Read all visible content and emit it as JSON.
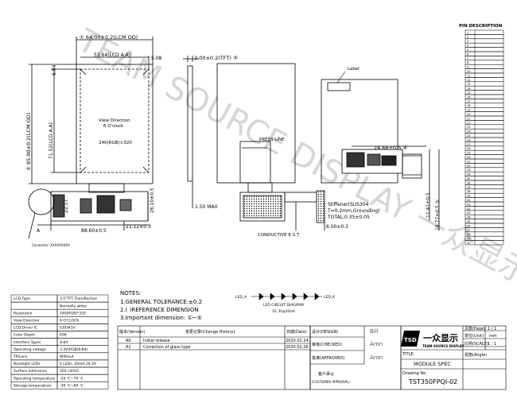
{
  "dimensions": {
    "lcm_od": "① 64.00±0.2(LCM OD)",
    "lcd_aa_w": "53.64(LCD A.A)",
    "right_offset": "5.08",
    "left_top": "6.94",
    "total_h": "② 85.00±0.2(LCM OD)",
    "aa_h": "71.52(LCD A.A)",
    "thickness": "3.00±0.2(TFT) ③",
    "view_direction": "View Direction",
    "view_clock": "6 O'clock",
    "resolution_in_panel": "240(RGB)×320",
    "d_2217": "22.17",
    "d_2610": "26.10±0.5",
    "d_2112": "21.12±0.3",
    "d_8860": "88.60±0.5",
    "d_150": "1.50 MAX",
    "press_line": "PRESS LINE",
    "label_tag": "Label",
    "d_2466": "24.66±0.5 ④",
    "stiffener_1": "Stiffener(SUS304",
    "stiffener_2": "T=0.2mm,Grounding)",
    "stiffener_3": "TOTAL:0.35±0.05",
    "d_600": "6.00±0.3",
    "conductive": "CONDUCTIVE E.S.T.",
    "d_1141": "11.41±0.5",
    "d_1877": "18.77±0.5 ⑤",
    "connector": "Connector: XXXXXXXXX",
    "label_a": "A"
  },
  "notes": {
    "title": "NOTES:",
    "n1": "1.GENERAL TOLERANCE:±0.2",
    "n2": "2.( )REFERENCE DIMENSION",
    "n3": "3.Important dimension: ①~⑤"
  },
  "led": {
    "left": "LED_A",
    "right": "LED_K",
    "title": "LED CIRCUIT DIAGRAM",
    "sub": "1S: 3V@20mA"
  },
  "specs": [
    {
      "k": "LCD Type",
      "v": "3.5\"TFT,Transflective"
    },
    {
      "k": "",
      "v": "Normally white"
    },
    {
      "k": "Resolution",
      "v": "240(RGB)*320"
    },
    {
      "k": "View Direction",
      "v": "6 O'CLOCK"
    },
    {
      "k": "LCD Driver IC",
      "v": "ILI9341V"
    },
    {
      "k": "Color Depth",
      "v": "65K"
    },
    {
      "k": "Interface Types",
      "v": "8-bit"
    },
    {
      "k": "Operating voltage",
      "v": "3.3V(RGB/8-Bit)"
    },
    {
      "k": "TP/Lens",
      "v": "Without"
    },
    {
      "k": "Backlight LEDs",
      "v": "6 LEDs, 20mA,19.2V"
    },
    {
      "k": "Surface luminance",
      "v": "350 cd/m2"
    },
    {
      "k": "Operating temperature",
      "v": "-20 ℃~70 ℃"
    },
    {
      "k": "Storage temperature",
      "v": "-30 ℃~80 ℃"
    }
  ],
  "revisions": {
    "h_ver": "版本(Version)",
    "h_record": "变更记录(Change History)",
    "h_date": "日期(Date)",
    "rows": [
      {
        "ver": "A0",
        "record": "Initial release",
        "date": "2020.02.24"
      },
      {
        "ver": "A1",
        "record": "Correction of glass type",
        "date": "2020.02.26"
      }
    ]
  },
  "signoff": {
    "design_label": "设计(DESIGN)",
    "design_name": "Bill",
    "check_label": "审核(CHECKED)",
    "check_name": "Aron",
    "approve_label": "批准(APPROVED)",
    "approve_name": "Aron",
    "customer_label": "客户承认",
    "customer_sub": "(CUSTOMER APPROVAL)"
  },
  "logo": {
    "mark": "TSD",
    "cn": "一众显示",
    "en": "TEAM SOURCE DISPLAY"
  },
  "titleblock": {
    "title_label": "TITLE:",
    "title": "MODULE SPEC",
    "drawing_label": "Drawing No.",
    "drawing_no": "TST350FPQI-02",
    "page_label": "页数(Page)",
    "page_val": "1 / 1",
    "unit_label": "单位(Unit)",
    "unit_val": "mm",
    "scale_label": "比例(SCALE)",
    "scale_val": "1 : 1",
    "angle_label": "视角(Angle)"
  },
  "pins": {
    "title": "PIN DESCRIPTION",
    "items": [
      "1",
      "2",
      "3",
      "4",
      "5",
      "6",
      "7",
      "8",
      "9",
      "10",
      "11",
      "12",
      "13",
      "14",
      "15",
      "16",
      "17",
      "18",
      "19",
      "20",
      "21",
      "22",
      "23",
      "24",
      "25",
      "26",
      "27",
      "28",
      "29",
      "30",
      "31",
      "32",
      "33",
      "34",
      "35",
      "36",
      "37",
      "38",
      "39",
      "40",
      "41",
      "42",
      "43",
      "44",
      "45",
      "46",
      "47",
      "48",
      "49",
      "50"
    ]
  },
  "watermark": "TEAM SOURCE DISPLAY 一众显示"
}
